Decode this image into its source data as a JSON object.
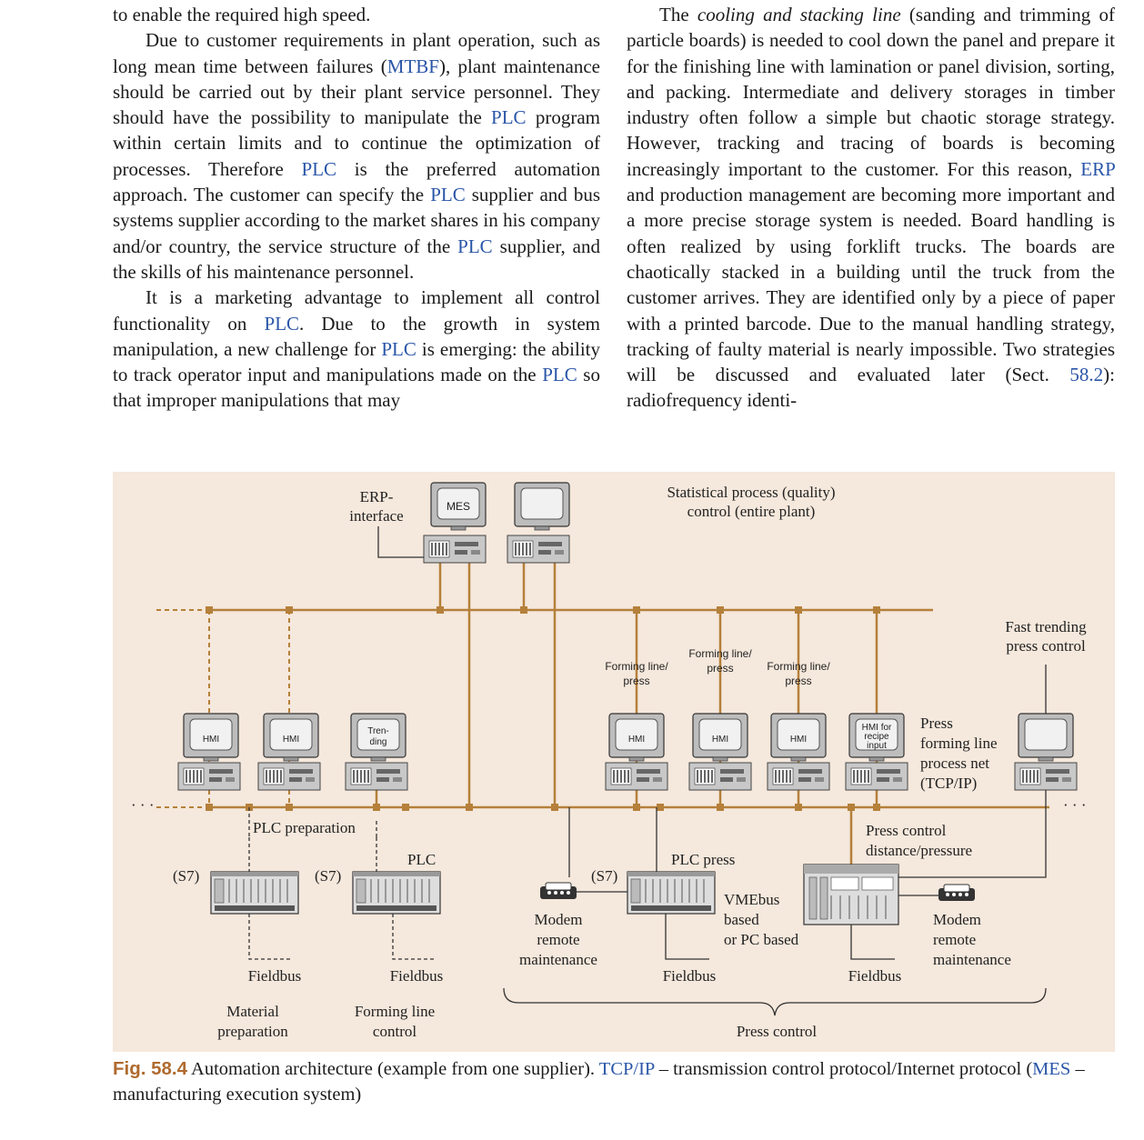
{
  "left_column": {
    "p1": "to enable the required high speed.",
    "p2": [
      "Due to customer requirements in plant operation, such as long mean time between failures (",
      "MTBF",
      "), plant maintenance should be carried out by their plant service personnel. They should have the possibility to manipulate the ",
      "PLC",
      " program within certain limits and to continue the optimization of processes. Therefore ",
      "PLC",
      " is the preferred automation approach. The customer can specify the ",
      "PLC",
      " supplier and bus systems supplier according to the market shares in his company and/or country, the service structure of the ",
      "PLC",
      " supplier, and the skills of his maintenance personnel."
    ],
    "p3": [
      "It is a marketing advantage to implement all control functionality on ",
      "PLC",
      ". Due to the growth in system manipulation, a new challenge for ",
      "PLC",
      " is emerging: the ability to track operator input and manipulations made on the ",
      "PLC",
      " so that improper manipulations that may"
    ]
  },
  "right_column": {
    "p1": [
      "The ",
      "cooling and stacking line",
      " (sanding and trimming of particle boards) is needed to cool down the panel and prepare it for the finishing line with lamination or panel division, sorting, and packing. Intermediate and delivery storages in timber industry often follow a simple but chaotic storage strategy. However, tracking and tracing of boards is becoming increasingly important to the customer. For this reason, ",
      "ERP",
      " and production management are becoming more important and a more precise storage system is needed. Board handling is often realized by using forklift trucks. The boards are chaotically stacked in a building until the truck from the customer arrives. They are identified only by a piece of paper with a printed barcode. Due to the manual handling strategy, tracking of faulty material is nearly impossible. Two strategies will be discussed and evaluated later (Sect. ",
      "58.2",
      "): radiofrequency identi-"
    ]
  },
  "figure": {
    "erp_interface": [
      "ERP-",
      "interface"
    ],
    "mes_label": "MES",
    "spc_label": [
      "Statistical process (quality)",
      "control (entire plant)"
    ],
    "fast_trending": [
      "Fast trending",
      "press control"
    ],
    "forming_line_press": [
      "Forming line/",
      "press"
    ],
    "hmi": "HMI",
    "trending": [
      "Tren-",
      "ding"
    ],
    "hmi_recipe": [
      "HMI for",
      "recipe",
      "input"
    ],
    "press_net": [
      "Press",
      "forming line",
      "process net",
      "(TCP/IP)"
    ],
    "plc_preparation": "PLC preparation",
    "plc": "PLC",
    "s7": "(S7)",
    "plc_press": "PLC press",
    "press_control_dp": [
      "Press control",
      "distance/pressure"
    ],
    "vmebus": [
      "VMEbus",
      "based",
      "or PC based"
    ],
    "modem": [
      "Modem",
      "remote",
      "maintenance"
    ],
    "fieldbus": "Fieldbus",
    "material_prep": [
      "Material",
      "preparation"
    ],
    "forming_control": [
      "Forming line",
      "control"
    ],
    "press_control": "Press control",
    "ellipsis": "· · ·"
  },
  "caption": {
    "fig_number": "Fig. 58.4",
    "text_a": " Automation architecture (example from one supplier). ",
    "tcpip": "TCP/IP",
    "text_b": " – transmission control protocol/Internet protocol (",
    "mes": "MES",
    "text_c": " – manufacturing execution system)"
  },
  "colors": {
    "link": "#2a56a8",
    "figure_bg": "#f5e8dc",
    "bus": "#b5803a",
    "caption_label": "#b06a2e"
  }
}
